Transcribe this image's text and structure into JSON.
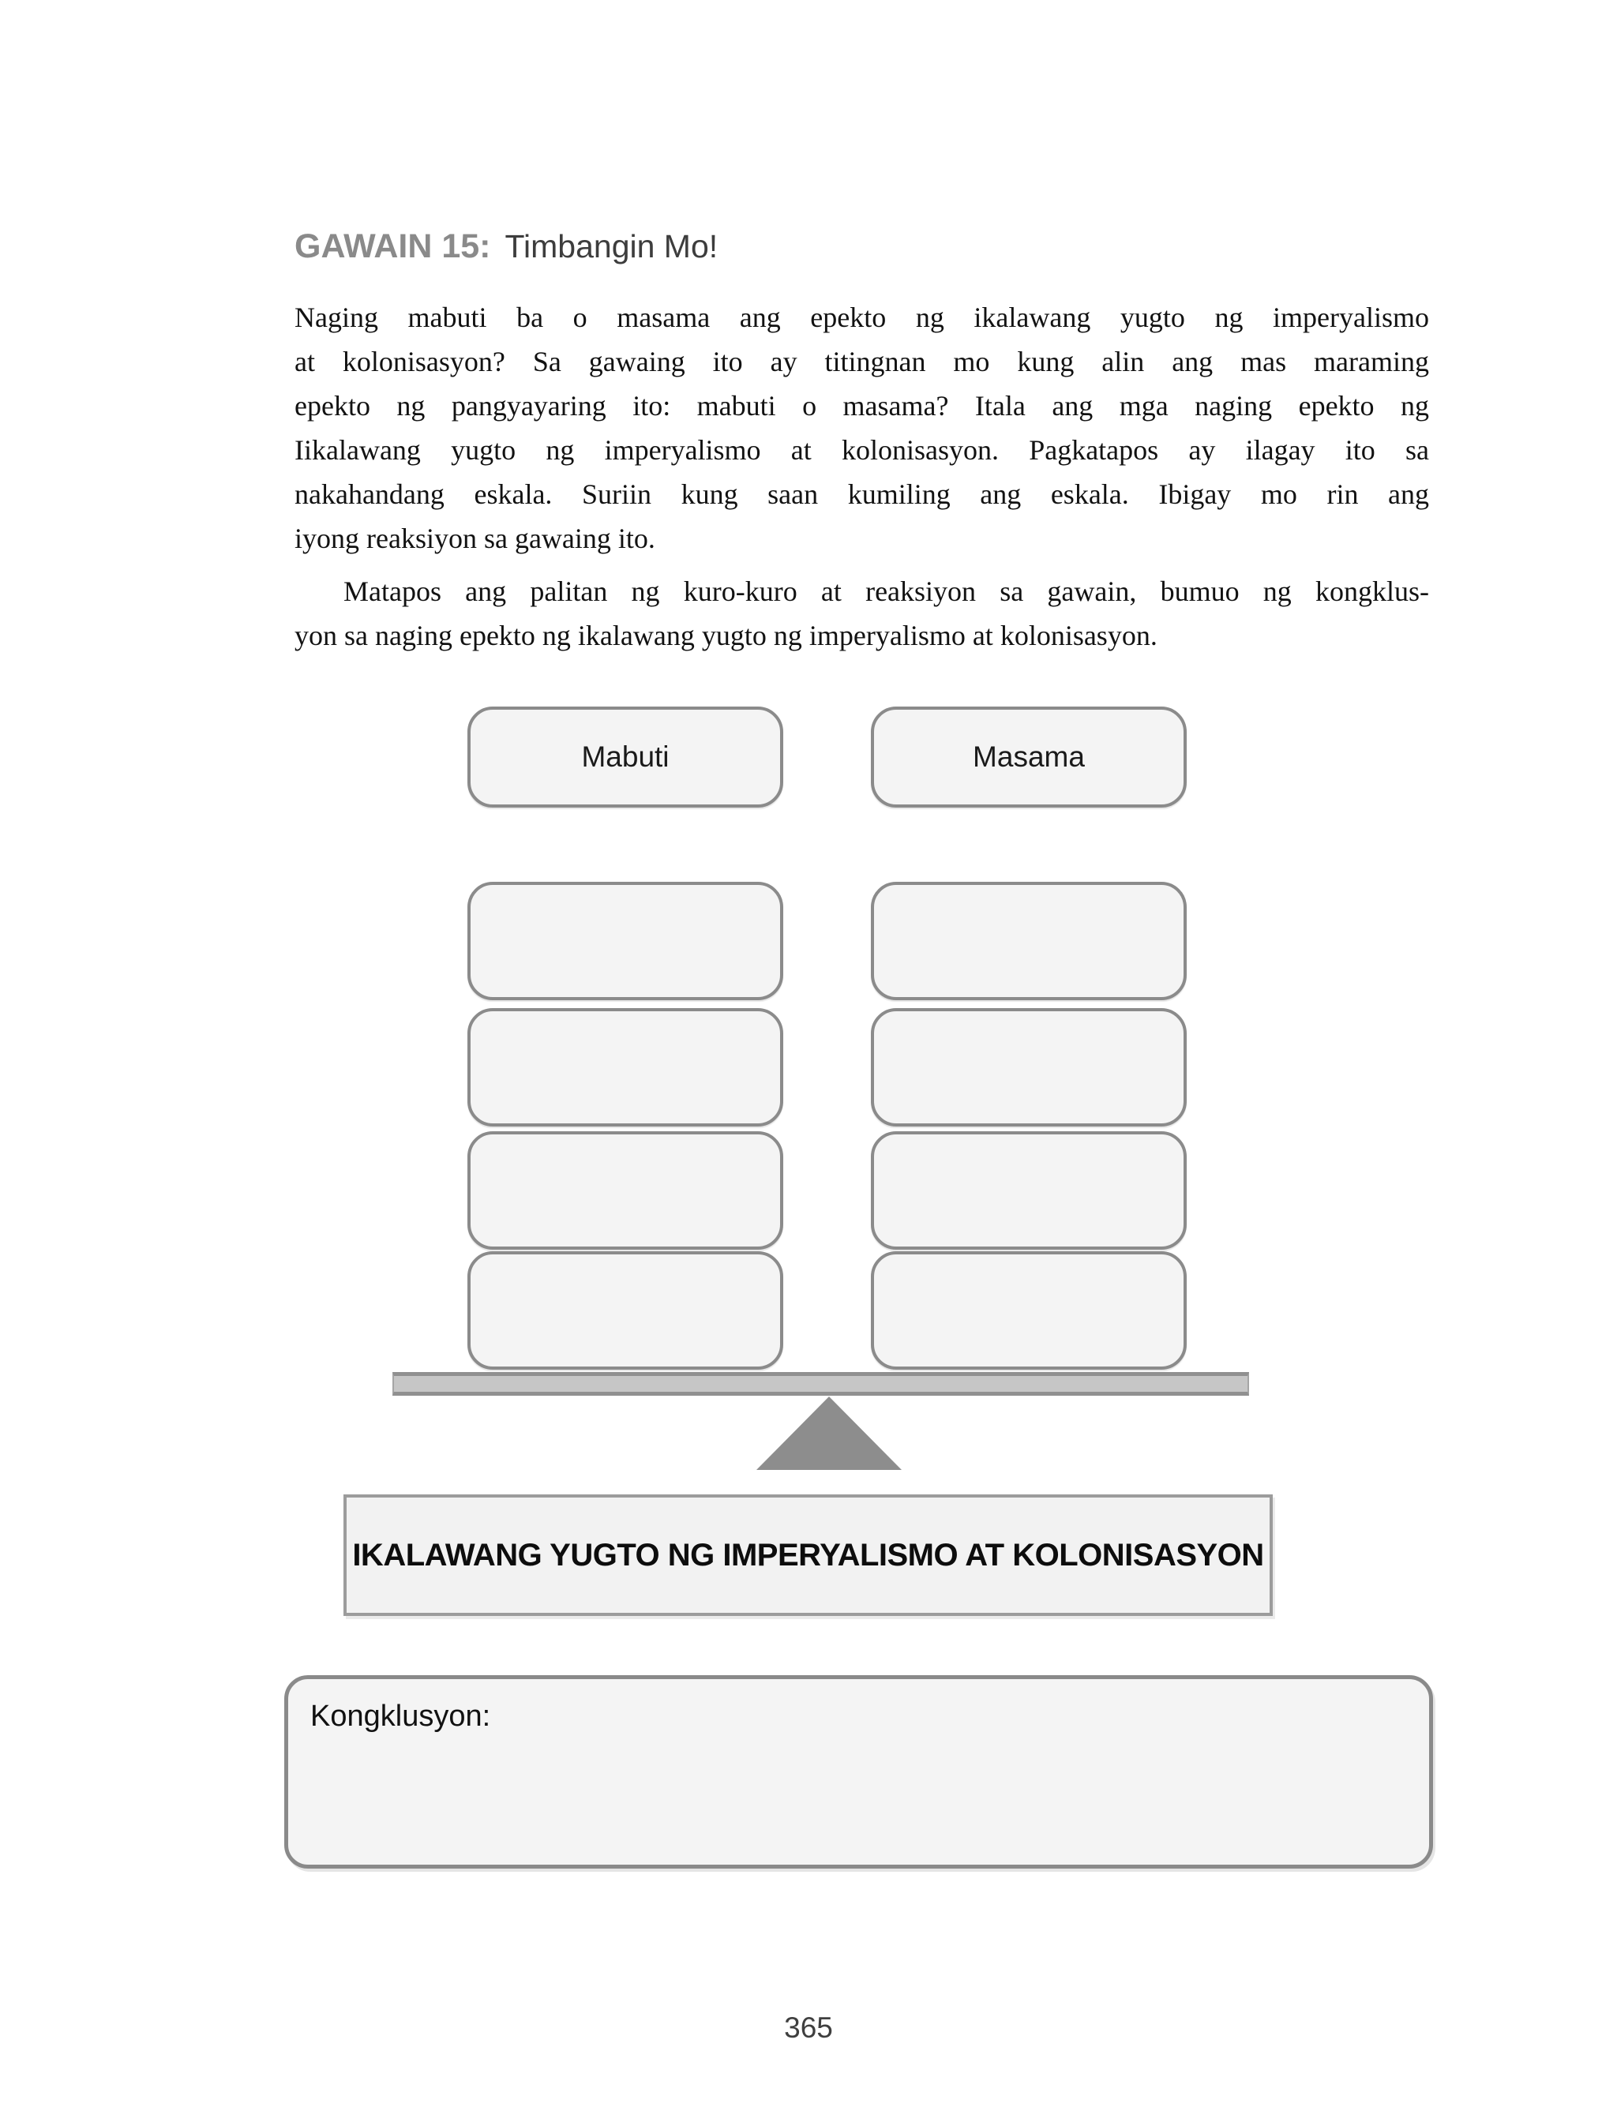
{
  "heading": {
    "label": "GAWAIN 15:",
    "title": "Timbangin Mo!"
  },
  "body": {
    "p1_lines": [
      "Naging mabuti ba o masama ang epekto ng ikalawang yugto ng imperyalismo",
      "at kolonisasyon? Sa gawaing ito ay titingnan mo kung alin ang mas maraming",
      "epekto ng pangyayaring ito: mabuti o masama? Itala ang mga naging epekto ng",
      "Iikalawang yugto ng imperyalismo at kolonisasyon. Pagkatapos ay ilagay ito sa",
      "nakahandang eskala. Suriin kung saan kumiling ang eskala. Ibigay mo rin ang",
      "iyong reaksiyon sa gawaing ito."
    ],
    "p2_lines": [
      "Matapos ang palitan ng kuro-kuro at reaksiyon sa gawain, bumuo ng kongklus-",
      "yon sa naging epekto ng ikalawang yugto ng imperyalismo at kolonisasyon."
    ]
  },
  "scale": {
    "left_label": "Mabuti",
    "right_label": "Masama",
    "left_slots": [
      "",
      "",
      "",
      ""
    ],
    "right_slots": [
      "",
      "",
      "",
      ""
    ],
    "base_label": "IKALAWANG YUGTO NG IMPERYALISMO AT KOLONISASYON"
  },
  "conclusion": {
    "label": "Kongklusyon:",
    "value": ""
  },
  "footer": {
    "page_number": "365"
  },
  "colors": {
    "box_fill": "#f4f4f4",
    "box_border": "#8b8b8b",
    "plank_fill": "#c6c6c6",
    "plank_border": "#909090",
    "fulcrum": "#8d8d8d",
    "heading_accent": "#8a8a8a",
    "title_text": "#0d0d0d"
  }
}
